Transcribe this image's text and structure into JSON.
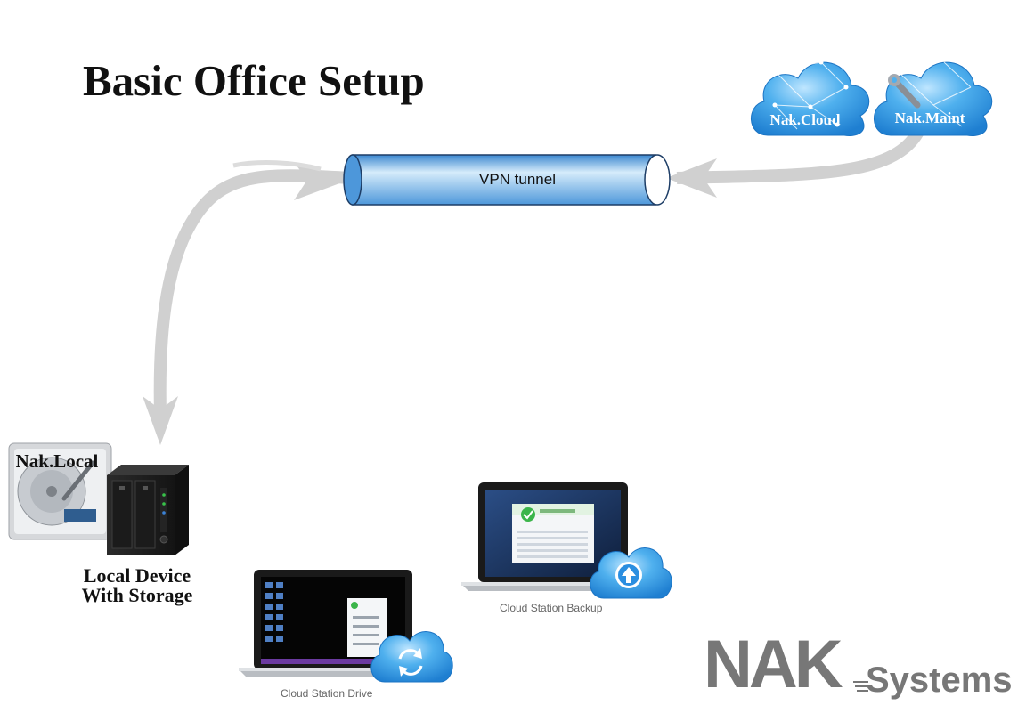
{
  "title": "Basic Office Setup",
  "clouds": [
    {
      "label": "Nak.Cloud",
      "icon": "network-cloud-icon"
    },
    {
      "label": "Nak.Maint",
      "icon": "wrench-cloud-icon"
    }
  ],
  "vpn": {
    "label": "VPN tunnel"
  },
  "local": {
    "label": "Nak.Local",
    "caption_line1": "Local Device",
    "caption_line2": "With Storage"
  },
  "clients": [
    {
      "caption": "Cloud Station Backup",
      "icon": "upload-cloud-icon"
    },
    {
      "caption": "Cloud Station Drive",
      "icon": "sync-cloud-icon"
    }
  ],
  "brand": {
    "part1": "NAK",
    "part2": "Systems"
  },
  "colors": {
    "cloud_blue": "#3a9ee6",
    "tunnel_blue": "#6fb3e8",
    "arrow_gray": "#d0d0d0",
    "brand_gray": "#777777"
  }
}
